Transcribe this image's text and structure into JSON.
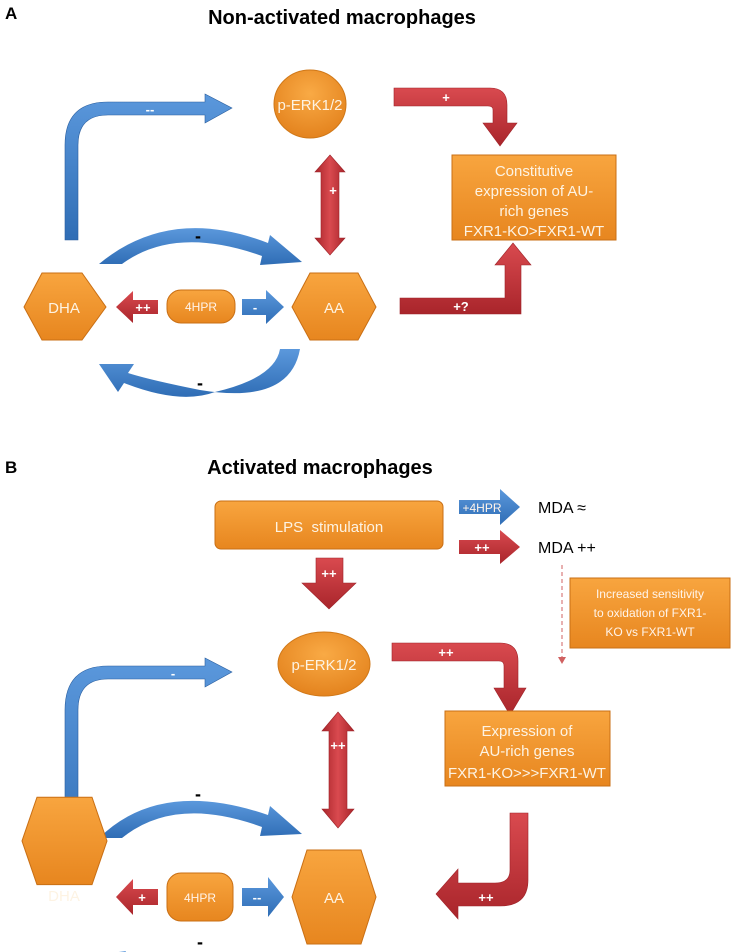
{
  "colors": {
    "orange": "#f0902a",
    "orange_dark": "#c96f14",
    "blue": "#3d7ec8",
    "blue_dark": "#2a5e9e",
    "red": "#c8343a",
    "red_dark": "#9e2228"
  },
  "panel_a": {
    "letter": "A",
    "title": "Non-activated macrophages",
    "nodes": {
      "perk": "p-ERK1/2",
      "dha": "DHA",
      "aa": "AA",
      "hpr": "4HPR",
      "outcome_lines": [
        "Constitutive",
        "expression of AU-",
        "rich genes",
        "FXR1-KO>FXR1-WT"
      ]
    },
    "signs": {
      "dha_to_perk": "--",
      "perk_to_outcome": "+",
      "perk_aa": "+",
      "hpr_to_dha": "++",
      "hpr_to_aa": "-",
      "top_arc": "-",
      "bottom_arc": "-",
      "aa_to_outcome": "+?"
    }
  },
  "panel_b": {
    "letter": "B",
    "title": "Activated macrophages",
    "lps_main": "LPS",
    "lps_sub": "stimulation",
    "lps_down_sign": "++",
    "mda_rows": [
      {
        "arrow_label": "+4HPR",
        "text": "MDA ≈"
      },
      {
        "arrow_label": "++",
        "text": "MDA ++"
      }
    ],
    "sensitivity_lines": [
      "Increased sensitivity",
      "to oxidation of FXR1-",
      "KO vs FXR1-WT"
    ],
    "nodes": {
      "perk": "p-ERK1/2",
      "dha": "DHA",
      "aa": "AA",
      "hpr": "4HPR",
      "outcome_lines": [
        "Expression of",
        "AU-rich genes",
        "FXR1-KO>>>FXR1-WT"
      ]
    },
    "signs": {
      "dha_to_perk": "-",
      "perk_to_outcome": "++",
      "perk_aa": "++",
      "hpr_to_dha": "+",
      "hpr_to_aa": "--",
      "top_arc": "-",
      "bottom_arc": "-",
      "outcome_to_aa": "++"
    }
  }
}
